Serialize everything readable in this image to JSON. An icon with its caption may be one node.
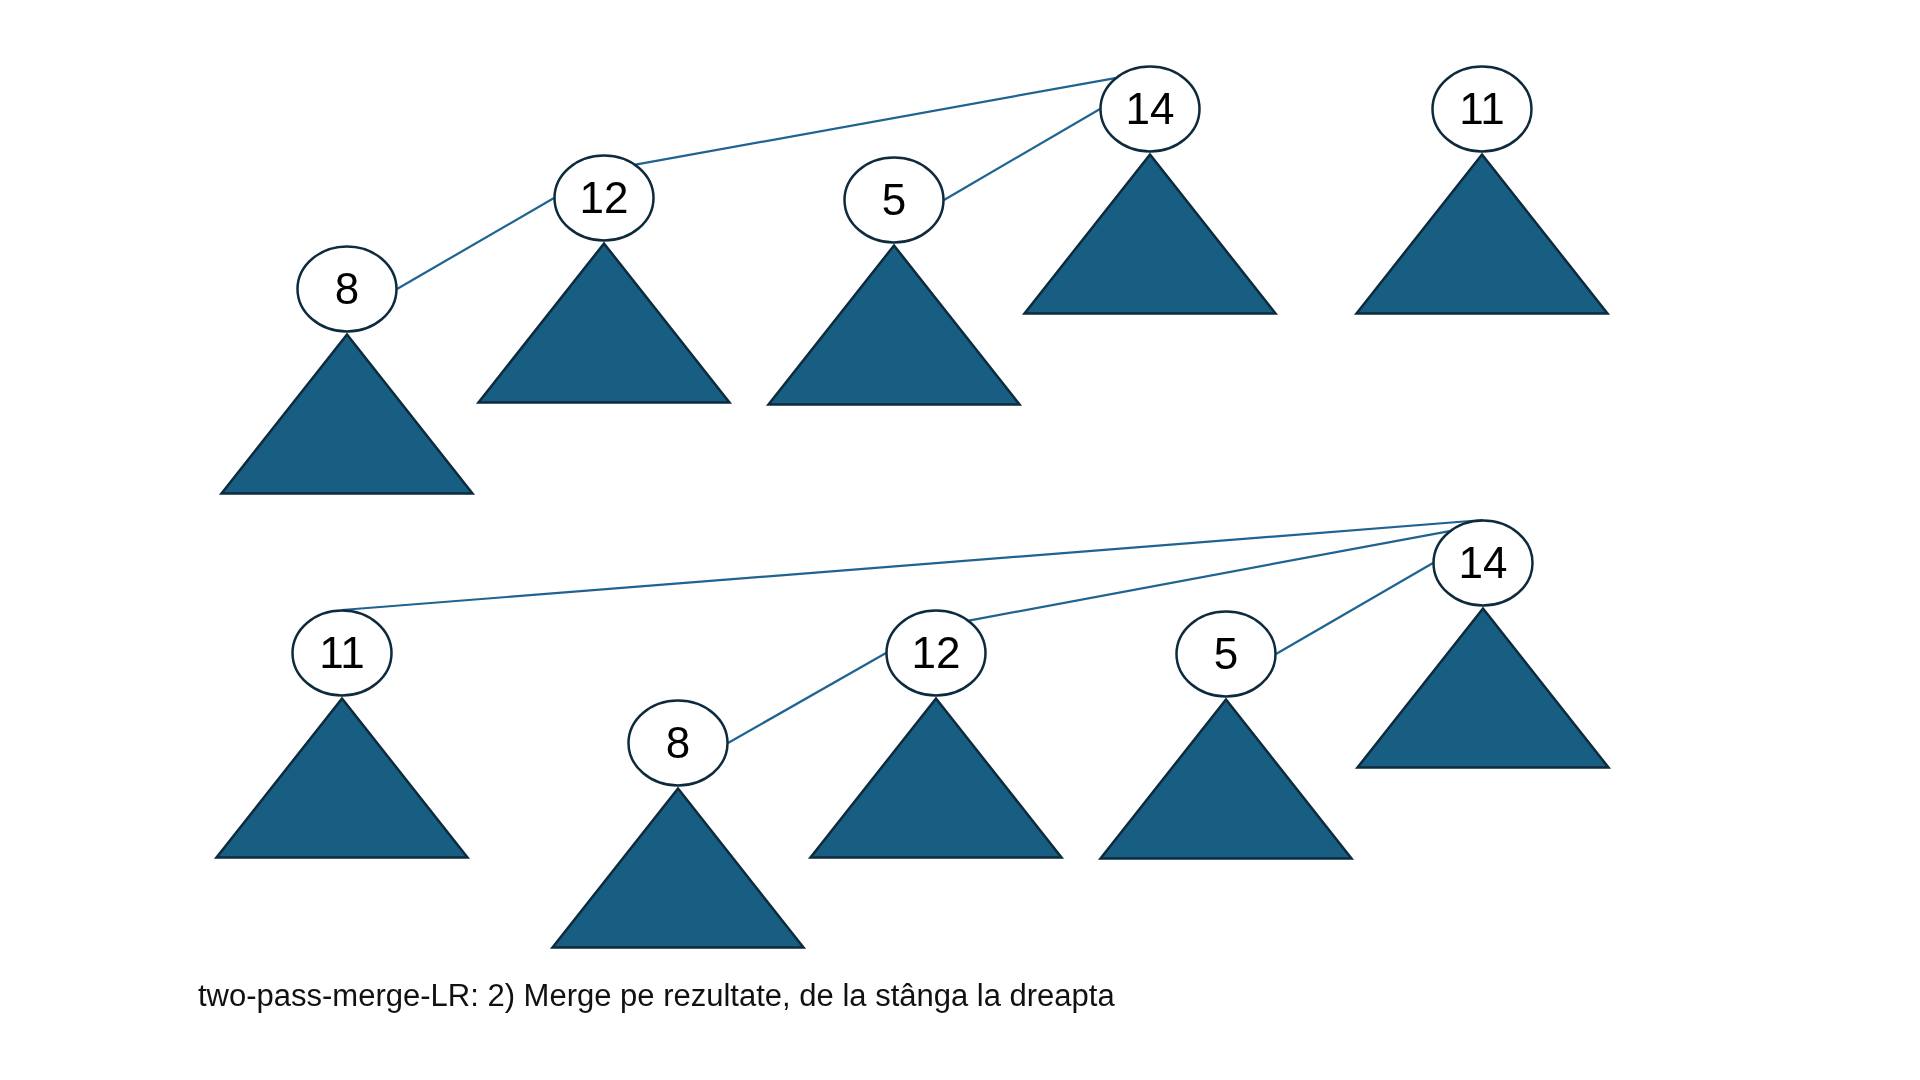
{
  "diagram": {
    "caption": "two-pass-merge-LR: 2) Merge pe rezultate, de la stânga la dreapta",
    "nodes": [
      {
        "text": [
          "14"
        ]
      },
      {
        "text": [],
        "shape": "triangle"
      },
      {
        "text": [
          "11"
        ]
      },
      {
        "text": [],
        "shape": "triangle"
      },
      {
        "text": [
          "12"
        ]
      },
      {
        "text": [],
        "shape": "triangle"
      },
      {
        "text": [
          "5"
        ]
      },
      {
        "text": [],
        "shape": "triangle"
      },
      {
        "text": [
          "8"
        ]
      },
      {
        "text": [],
        "shape": "triangle"
      },
      {
        "text": [
          "14"
        ]
      },
      {
        "text": [],
        "shape": "triangle"
      },
      {
        "text": [
          "11"
        ]
      },
      {
        "text": [],
        "shape": "triangle"
      },
      {
        "text": [
          "12"
        ]
      },
      {
        "text": [],
        "shape": "triangle"
      },
      {
        "text": [
          "5"
        ]
      },
      {
        "text": [],
        "shape": "triangle"
      },
      {
        "text": [
          "8"
        ]
      },
      {
        "text": [],
        "shape": "triangle"
      }
    ],
    "edges": [
      {
        "from": 0,
        "to": 4,
        "arrow": "none"
      },
      {
        "from": 0,
        "to": 6,
        "arrow": "none"
      },
      {
        "from": 4,
        "to": 8,
        "arrow": "none"
      },
      {
        "from": 10,
        "to": 12,
        "arrow": "none"
      },
      {
        "from": 10,
        "to": 14,
        "arrow": "none"
      },
      {
        "from": 10,
        "to": 16,
        "arrow": "none"
      },
      {
        "from": 14,
        "to": 18,
        "arrow": "none"
      }
    ]
  }
}
